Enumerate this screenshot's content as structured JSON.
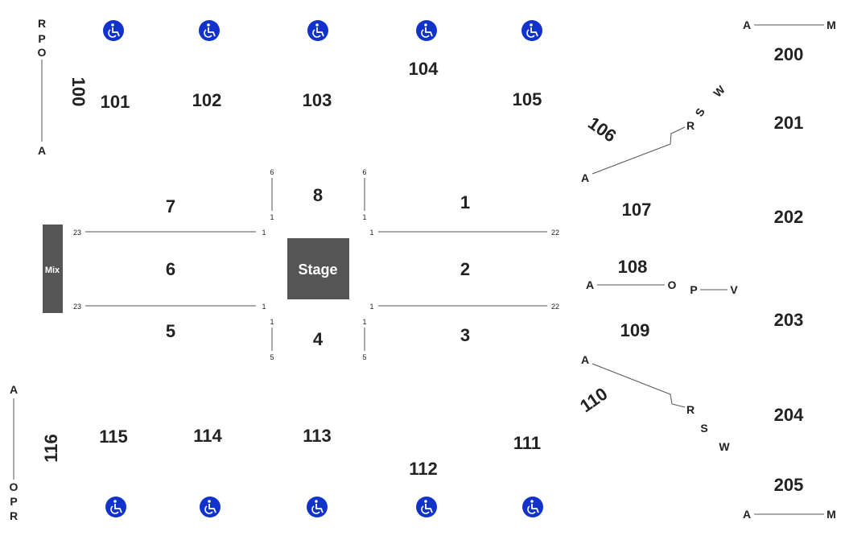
{
  "colors": {
    "accessible_blue": "#1133cc",
    "stage_fill": "#555555",
    "text": "#222222",
    "line": "#555555"
  },
  "icons": {
    "accessible": "wheelchair-icon"
  },
  "stage_label": "Stage",
  "mix_label": "Mix",
  "sections": {
    "s100": "100",
    "s101": "101",
    "s102": "102",
    "s103": "103",
    "s104": "104",
    "s105": "105",
    "s106": "106",
    "s107": "107",
    "s108": "108",
    "s109": "109",
    "s110": "110",
    "s111": "111",
    "s112": "112",
    "s113": "113",
    "s114": "114",
    "s115": "115",
    "s116": "116",
    "s200": "200",
    "s201": "201",
    "s202": "202",
    "s203": "203",
    "s204": "204",
    "s205": "205",
    "f1": "1",
    "f2": "2",
    "f3": "3",
    "f4": "4",
    "f5": "5",
    "f6": "6",
    "f7": "7",
    "f8": "8"
  },
  "rows": {
    "r100_r": "R",
    "r100_p": "P",
    "r100_o": "O",
    "r100_a": "A",
    "r116_a": "A",
    "r116_o": "O",
    "r116_p": "P",
    "r116_r": "R",
    "r200_a": "A",
    "r200_m": "M",
    "r205_a": "A",
    "r205_m": "M",
    "r106_a": "A",
    "r106_r": "R",
    "r106_s": "S",
    "r106_w": "W",
    "r110_a": "A",
    "r110_r": "R",
    "r110_s": "S",
    "r110_w": "W",
    "r108_a": "A",
    "r108_o": "O",
    "r108_p": "P",
    "r108_v": "V"
  },
  "floor_rows": {
    "left_top_start": "23",
    "left_top_end": "1",
    "left_bot_start": "23",
    "left_bot_end": "1",
    "right_top_start": "1",
    "right_top_end": "22",
    "right_bot_start": "1",
    "right_bot_end": "22",
    "f8_left_top": "6",
    "f8_left_bot": "1",
    "f8_right_top": "6",
    "f8_right_bot": "1",
    "f4_left_top": "1",
    "f4_left_bot": "5",
    "f4_right_top": "1",
    "f4_right_bot": "5"
  }
}
